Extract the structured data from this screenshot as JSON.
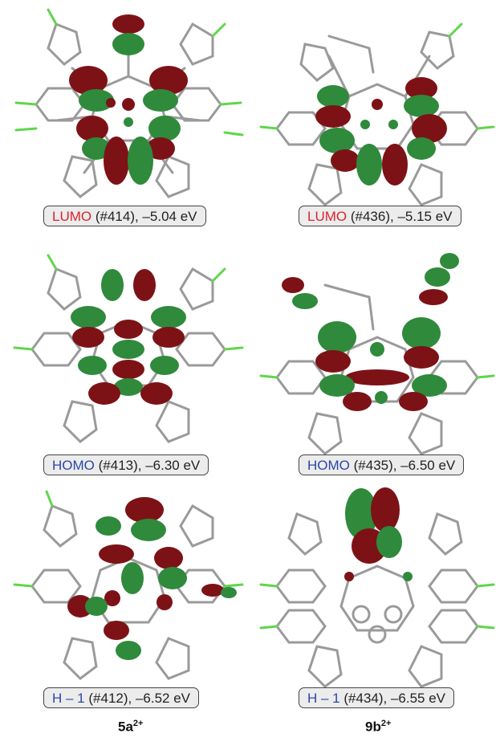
{
  "panels": [
    {
      "id": "5a-lumo",
      "orbital": "LUMO",
      "index": "(#414)",
      "energy": ", –5.04 eV",
      "type": "lumo"
    },
    {
      "id": "9b-lumo",
      "orbital": "LUMO",
      "index": "(#436)",
      "energy": ", –5.15 eV",
      "type": "lumo"
    },
    {
      "id": "5a-homo",
      "orbital": "HOMO",
      "index": "(#413)",
      "energy": ", –6.30 eV",
      "type": "homo"
    },
    {
      "id": "9b-homo",
      "orbital": "HOMO",
      "index": "(#435)",
      "energy": ", –6.50 eV",
      "type": "homo"
    },
    {
      "id": "5a-h1",
      "orbital": "H – 1",
      "index": "(#412)",
      "energy": ", –6.52 eV",
      "type": "homo"
    },
    {
      "id": "9b-h1",
      "orbital": "H – 1",
      "index": "(#434)",
      "energy": ", –6.55 eV",
      "type": "homo"
    }
  ],
  "compounds": [
    {
      "name": "5a",
      "charge": "2+"
    },
    {
      "name": "9b",
      "charge": "2+"
    }
  ],
  "colors": {
    "lobe_positive": "#2f8a3c",
    "lobe_negative": "#7d1216",
    "bond": "#9a9a9a",
    "fluorine": "#5fd64a",
    "nitrogen": "#3b4fb0",
    "label_bg": "#ececec"
  }
}
